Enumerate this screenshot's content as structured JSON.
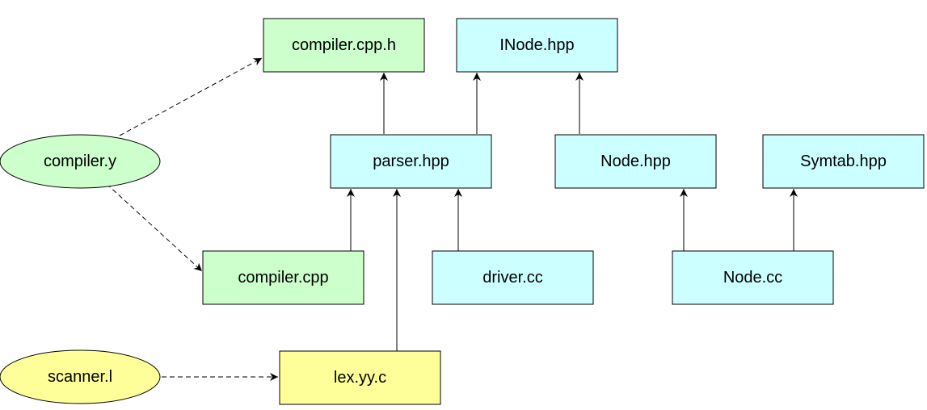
{
  "colors": {
    "green_fill": "#ccffcc",
    "cyan_fill": "#ccffff",
    "yellow_fill": "#ffff99",
    "stroke": "#000000"
  },
  "nodes": {
    "compiler_cpp_h": {
      "label": "compiler.cpp.h"
    },
    "inode_hpp": {
      "label": "INode.hpp"
    },
    "compiler_y": {
      "label": "compiler.y"
    },
    "parser_hpp": {
      "label": "parser.hpp"
    },
    "node_hpp": {
      "label": "Node.hpp"
    },
    "symtab_hpp": {
      "label": "Symtab.hpp"
    },
    "compiler_cpp": {
      "label": "compiler.cpp"
    },
    "driver_cc": {
      "label": "driver.cc"
    },
    "node_cc": {
      "label": "Node.cc"
    },
    "scanner_l": {
      "label": "scanner.l"
    },
    "lex_yy_c": {
      "label": "lex.yy.c"
    }
  },
  "edges": [
    {
      "from": "compiler_y",
      "to": "compiler_cpp_h",
      "style": "dashed"
    },
    {
      "from": "compiler_y",
      "to": "compiler_cpp",
      "style": "dashed"
    },
    {
      "from": "scanner_l",
      "to": "lex_yy_c",
      "style": "dashed"
    },
    {
      "from": "parser_hpp",
      "to": "compiler_cpp_h",
      "style": "solid"
    },
    {
      "from": "parser_hpp",
      "to": "inode_hpp",
      "style": "solid"
    },
    {
      "from": "node_hpp",
      "to": "inode_hpp",
      "style": "solid"
    },
    {
      "from": "compiler_cpp",
      "to": "parser_hpp",
      "style": "solid"
    },
    {
      "from": "lex_yy_c",
      "to": "parser_hpp",
      "style": "solid"
    },
    {
      "from": "driver_cc",
      "to": "parser_hpp",
      "style": "solid"
    },
    {
      "from": "node_cc",
      "to": "node_hpp",
      "style": "solid"
    },
    {
      "from": "node_cc",
      "to": "symtab_hpp",
      "style": "solid"
    }
  ]
}
